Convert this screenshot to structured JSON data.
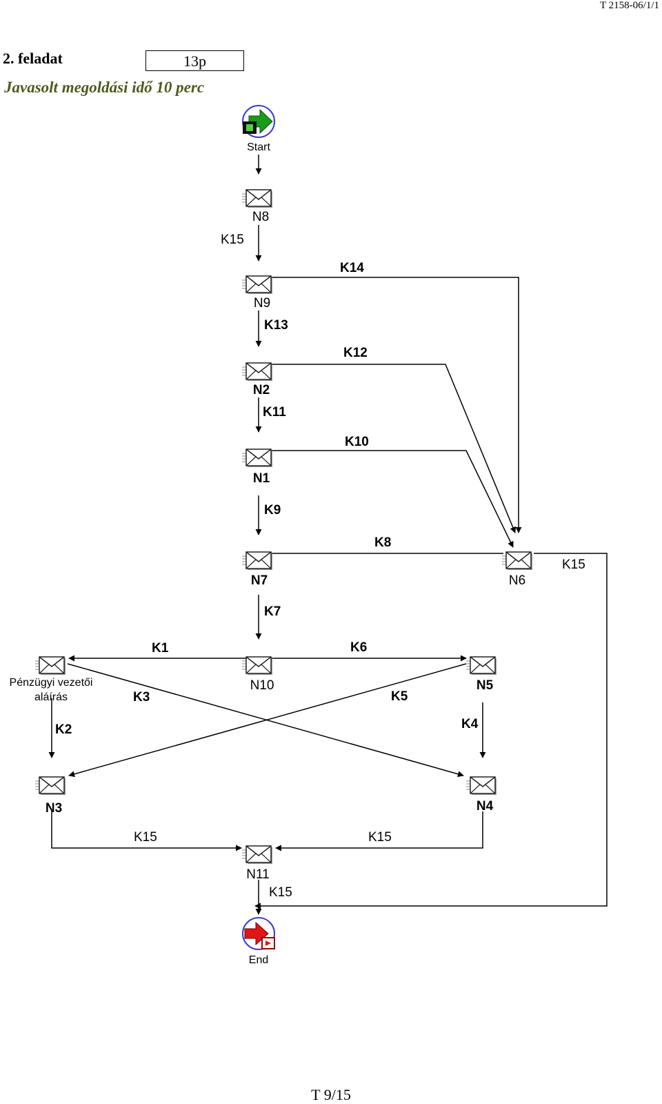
{
  "header": {
    "doc_code": "T 2158-06/1/1",
    "task_title": "2. feladat",
    "points": "13p",
    "time_hint": "Javasolt megoldási idő 10 perc"
  },
  "footer": {
    "page_number": "T 9/15"
  },
  "diagram": {
    "start": {
      "label": "Start",
      "icon": "start-arrow-icon"
    },
    "end": {
      "label": "End",
      "icon": "end-arrow-icon"
    },
    "nodes": {
      "N8": {
        "label": "N8",
        "icon": "envelope-icon"
      },
      "N9": {
        "label": "N9",
        "icon": "envelope-icon"
      },
      "N2": {
        "label": "N2",
        "icon": "envelope-icon"
      },
      "N1": {
        "label": "N1",
        "icon": "envelope-icon"
      },
      "N7": {
        "label": "N7",
        "icon": "envelope-icon"
      },
      "N6": {
        "label": "N6",
        "icon": "envelope-icon"
      },
      "N10": {
        "label": "N10",
        "icon": "envelope-icon"
      },
      "N5": {
        "label": "N5",
        "icon": "envelope-icon"
      },
      "N3": {
        "label": "N3",
        "icon": "envelope-icon"
      },
      "N4": {
        "label": "N4",
        "icon": "envelope-icon"
      },
      "N11": {
        "label": "N11",
        "icon": "envelope-icon"
      },
      "PV": {
        "label_line1": "Pénzügyi vezetői",
        "label_line2": "aláírás",
        "icon": "envelope-icon"
      }
    },
    "edges": {
      "start_n8": {
        "from": "Start",
        "to": "N8",
        "label": ""
      },
      "n8_n9": {
        "from": "N8",
        "to": "N9",
        "label": "K15"
      },
      "n9_n2": {
        "from": "N9",
        "to": "N2",
        "label": "K13"
      },
      "n9_n6": {
        "from": "N9",
        "to": "N6",
        "label": "K14"
      },
      "n2_n1": {
        "from": "N2",
        "to": "N1",
        "label": "K11"
      },
      "n2_n6": {
        "from": "N2",
        "to": "N6",
        "label": "K12"
      },
      "n1_n7": {
        "from": "N1",
        "to": "N7",
        "label": "K9"
      },
      "n1_n6": {
        "from": "N1",
        "to": "N6",
        "label": "K10"
      },
      "n7_n6": {
        "from": "N7",
        "to": "N6",
        "label": "K8"
      },
      "n7_n10": {
        "from": "N7",
        "to": "N10",
        "label": "K7"
      },
      "n10_pv": {
        "from": "N10",
        "to": "Pénzügyi vezetői aláírás",
        "label": "K1"
      },
      "n10_n5": {
        "from": "N10",
        "to": "N5",
        "label": "K6"
      },
      "pv_n3": {
        "from": "Pénzügyi vezetői aláírás",
        "to": "N3",
        "label": "K2"
      },
      "pv_n4": {
        "from": "Pénzügyi vezetői aláírás",
        "to": "N4",
        "label": "K3"
      },
      "n5_n3": {
        "from": "N5",
        "to": "N3",
        "label": "K5"
      },
      "n5_n4": {
        "from": "N5",
        "to": "N4",
        "label": "K4"
      },
      "n3_n11": {
        "from": "N3",
        "to": "N11",
        "label": "K15"
      },
      "n4_n11": {
        "from": "N4",
        "to": "N11",
        "label": "K15"
      },
      "n11_end": {
        "from": "N11",
        "to": "End",
        "label": "K15"
      },
      "n6_end": {
        "from": "N6",
        "to": "End",
        "label": "K15"
      }
    }
  }
}
